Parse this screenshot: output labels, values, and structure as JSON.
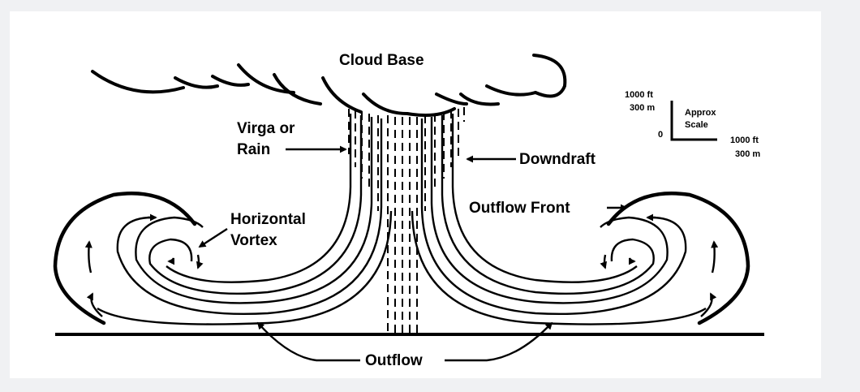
{
  "diagram": {
    "labels": {
      "cloud_base": "Cloud Base",
      "virga_line1": "Virga or",
      "virga_line2": "Rain",
      "downdraft": "Downdraft",
      "outflow_front": "Outflow Front",
      "vortex_line1": "Horizontal",
      "vortex_line2": "Vortex",
      "outflow": "Outflow"
    },
    "scale": {
      "v_top_ft": "1000 ft",
      "v_top_m": "300 m",
      "zero": "0",
      "caption_line1": "Approx",
      "caption_line2": "Scale",
      "h_ft": "1000 ft",
      "h_m": "300 m"
    }
  },
  "colors": {
    "background": "#f0f1f3",
    "panel": "#ffffff",
    "ink": "#000000"
  }
}
